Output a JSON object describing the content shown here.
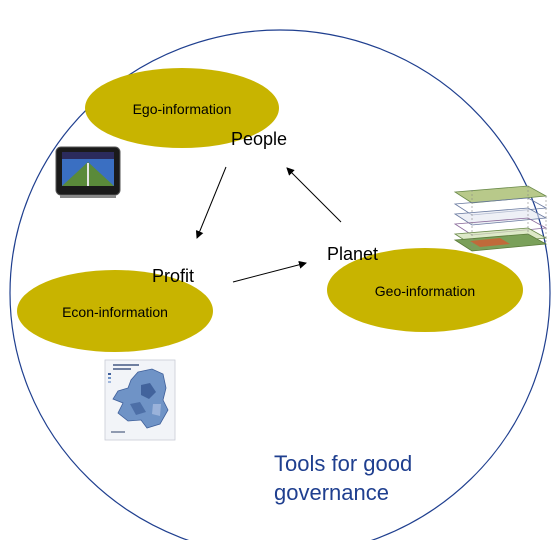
{
  "nodes": {
    "people": "People",
    "planet": "Planet",
    "profit": "Profit"
  },
  "ellipses": {
    "ego": "Ego-information",
    "econ": "Econ-information",
    "geo": "Geo-information"
  },
  "tools": {
    "line1": "Tools for good",
    "line2": "governance"
  },
  "colors": {
    "ellipse_fill": "#c8b400",
    "circle_stroke": "#1f3f8f",
    "tools_text": "#1f3f8f",
    "map_fill": "#6f93c6"
  },
  "icons": {
    "gps": "gps-device-icon",
    "layers": "gis-layers-icon",
    "map": "netherlands-map-icon"
  }
}
